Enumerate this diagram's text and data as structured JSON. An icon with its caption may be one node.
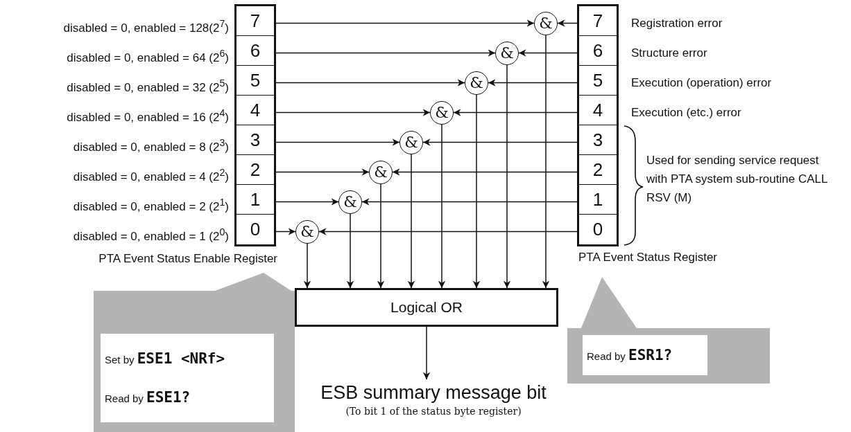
{
  "diagram": {
    "nodes": [
      {
        "text": [
          "PTA Event Status Enable Register"
        ]
      },
      {
        "text": [
          "7"
        ],
        "in": 0,
        "beside": [
          "disabled = 0,  enabled = 128(2$^{7}$)"
        ]
      },
      {
        "text": [
          "6"
        ],
        "in": 0,
        "beside": [
          "disabled = 0,  enabled = 64  (2$^{6}$)"
        ]
      },
      {
        "text": [
          "5"
        ],
        "in": 0,
        "beside": [
          "disabled = 0,  enabled = 32  (2$^{5}$)"
        ]
      },
      {
        "text": [
          "4"
        ],
        "in": 0,
        "beside": [
          "disabled = 0,  enabled = 16  (2$^{4}$)"
        ]
      },
      {
        "text": [
          "3"
        ],
        "in": 0,
        "beside": [
          "disabled = 0,  enabled = 8  (2$^{3}$)"
        ]
      },
      {
        "text": [
          "2"
        ],
        "in": 0,
        "beside": [
          "disabled = 0,  enabled = 4  (2$^{2}$)"
        ]
      },
      {
        "text": [
          "1"
        ],
        "in": 0,
        "beside": [
          "disabled = 0,  enabled = 2  (2$^{1}$)"
        ]
      },
      {
        "text": [
          "0"
        ],
        "in": 0,
        "beside": [
          "disabled = 0,  enabled = 1  (2$^{0}$)"
        ]
      },
      {
        "text": [
          "PTA Event Status Register"
        ]
      },
      {
        "text": [
          "7"
        ],
        "in": 9,
        "beside": [
          "Registration error"
        ]
      },
      {
        "text": [
          "6"
        ],
        "in": 9,
        "beside": [
          "Structure error"
        ]
      },
      {
        "text": [
          "5"
        ],
        "in": 9,
        "beside": [
          "Execution (operation) error"
        ]
      },
      {
        "text": [
          "4"
        ],
        "in": 9,
        "beside": [
          "Execution (etc.) error"
        ]
      },
      {
        "text": [
          "3"
        ],
        "in": 9
      },
      {
        "text": [
          "2"
        ],
        "in": 9
      },
      {
        "text": [
          "1"
        ],
        "in": 9
      },
      {
        "text": [
          "0"
        ],
        "in": 9
      },
      {
        "text": [
          "&"
        ]
      },
      {
        "text": [
          "&"
        ]
      },
      {
        "text": [
          "&"
        ]
      },
      {
        "text": [
          "&"
        ]
      },
      {
        "text": [
          "&"
        ]
      },
      {
        "text": [
          "&"
        ]
      },
      {
        "text": [
          "&"
        ]
      },
      {
        "text": [
          "&"
        ]
      },
      {
        "text": [
          "Logical OR"
        ]
      },
      {
        "text": [
          "ESB summary message bit",
          "(To bit 1 of the status byte register)"
        ]
      },
      {
        "text": [
          "Set by **ESE1 <NRf>**",
          "Read by **ESE1?**"
        ]
      },
      {
        "text": [
          "Read by **ESR1?**"
        ]
      }
    ],
    "edges": [
      {
        "from": 1,
        "to": 18,
        "arrow": "to"
      },
      {
        "from": 2,
        "to": 19,
        "arrow": "to"
      },
      {
        "from": 3,
        "to": 20,
        "arrow": "to"
      },
      {
        "from": 4,
        "to": 21,
        "arrow": "to"
      },
      {
        "from": 5,
        "to": 22,
        "arrow": "to"
      },
      {
        "from": 6,
        "to": 23,
        "arrow": "to"
      },
      {
        "from": 7,
        "to": 24,
        "arrow": "to"
      },
      {
        "from": 8,
        "to": 25,
        "arrow": "to"
      },
      {
        "from": 10,
        "to": 18,
        "arrow": "to"
      },
      {
        "from": 11,
        "to": 19,
        "arrow": "to"
      },
      {
        "from": 12,
        "to": 20,
        "arrow": "to"
      },
      {
        "from": 13,
        "to": 21,
        "arrow": "to"
      },
      {
        "from": 14,
        "to": 22,
        "arrow": "to"
      },
      {
        "from": 15,
        "to": 23,
        "arrow": "to"
      },
      {
        "from": 16,
        "to": 24,
        "arrow": "to"
      },
      {
        "from": 17,
        "to": 25,
        "arrow": "to"
      },
      {
        "from": 18,
        "to": 26,
        "arrow": "to"
      },
      {
        "from": 19,
        "to": 26,
        "arrow": "to"
      },
      {
        "from": 20,
        "to": 26,
        "arrow": "to"
      },
      {
        "from": 21,
        "to": 26,
        "arrow": "to"
      },
      {
        "from": 22,
        "to": 26,
        "arrow": "to"
      },
      {
        "from": 23,
        "to": 26,
        "arrow": "to"
      },
      {
        "from": 24,
        "to": 26,
        "arrow": "to"
      },
      {
        "from": 25,
        "to": 26,
        "arrow": "to"
      },
      {
        "from": 26,
        "to": 27,
        "arrow": "to"
      }
    ],
    "labels": [
      "Used for sending service request with PTA system sub-routine CALL RSV (M)"
    ]
  }
}
